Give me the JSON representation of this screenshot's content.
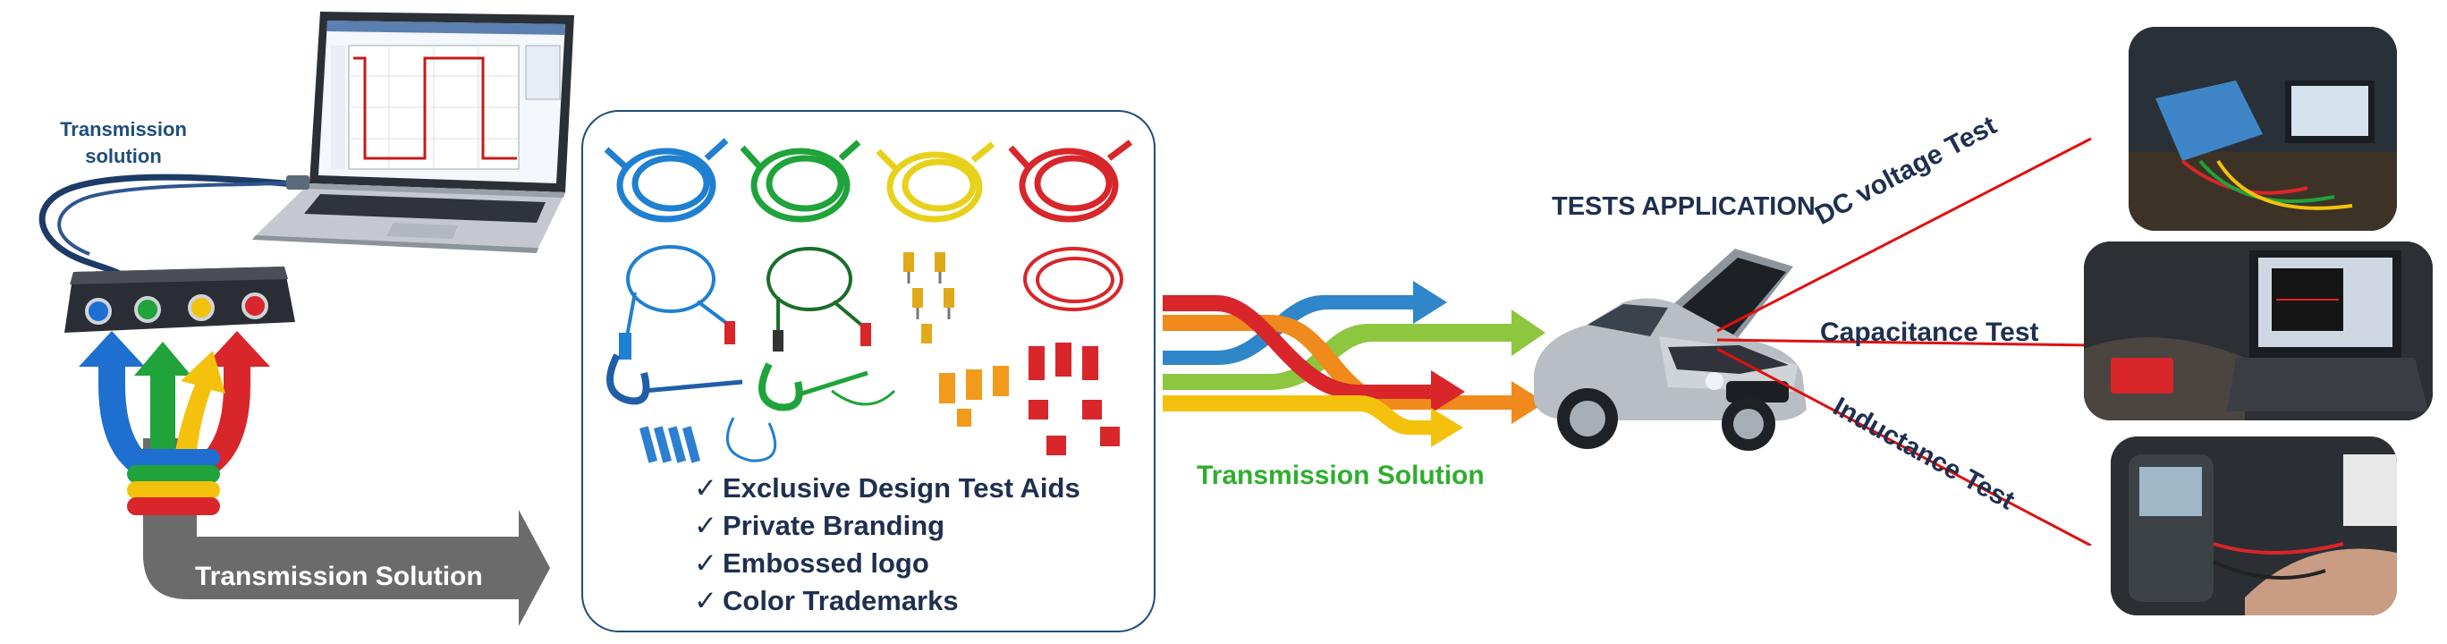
{
  "left": {
    "caption_line1": "Transmission",
    "caption_line2": "solution",
    "arrow_label": "Transmission Solution"
  },
  "features_box": {
    "items": [
      "Exclusive Design Test Aids",
      "Private Branding",
      "Embossed logo",
      "Color Trademarks"
    ],
    "check_glyph": "✓"
  },
  "middle": {
    "label": "Transmission Solution"
  },
  "right": {
    "title": "TESTS APPLICATION",
    "tests": [
      "DC voltage Test",
      "Capacitance Test",
      "Inductance Test"
    ]
  },
  "colors": {
    "blue": "#1f6fd1",
    "green": "#1fa33a",
    "yellow": "#f4c20d",
    "red": "#d8262a",
    "orange": "#f08a1c",
    "lime": "#8dc63f",
    "gray": "#6b6b6b",
    "navy": "#1f4e79"
  }
}
